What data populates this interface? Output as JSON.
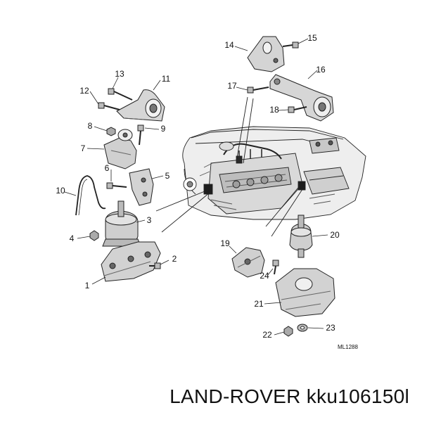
{
  "diagram": {
    "reference_code": "ML1288",
    "callouts": [
      "1",
      "2",
      "3",
      "4",
      "5",
      "6",
      "7",
      "8",
      "9",
      "10",
      "11",
      "12",
      "13",
      "14",
      "15",
      "16",
      "17",
      "18",
      "19",
      "20",
      "21",
      "22",
      "23",
      "24"
    ]
  },
  "caption": "LAND-ROVER kku106150l"
}
